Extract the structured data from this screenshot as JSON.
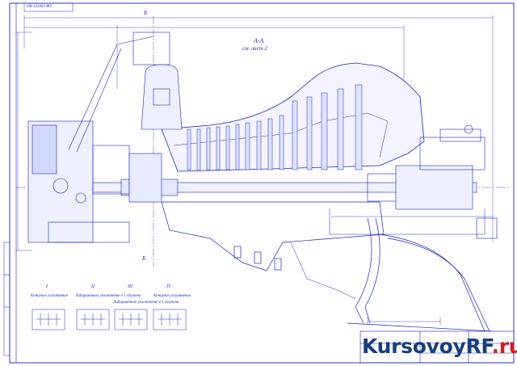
{
  "drawing": {
    "stamp_code": "ОВ 123456 ВО",
    "section_title": "А-А",
    "section_ref": "см. лист 2",
    "section_mark_top": "Б",
    "section_mark_bottom": "Б",
    "detail_marks": [
      "I",
      "II",
      "III",
      "IV"
    ],
    "detail_captions": [
      "Концевое уплотнение",
      "Лабиринтное уплотнение в 1 ступени",
      "Лабиринтное уплотнение в 1 ступени",
      "Концевое уплотнение"
    ]
  },
  "watermark": {
    "part1": "KursovoyRF",
    "part2": ".ru"
  },
  "colors": {
    "line": "#1d22c8",
    "background": "#ffffff",
    "watermark_dark": "#1a3e7a",
    "watermark_red": "#d41f1f"
  }
}
